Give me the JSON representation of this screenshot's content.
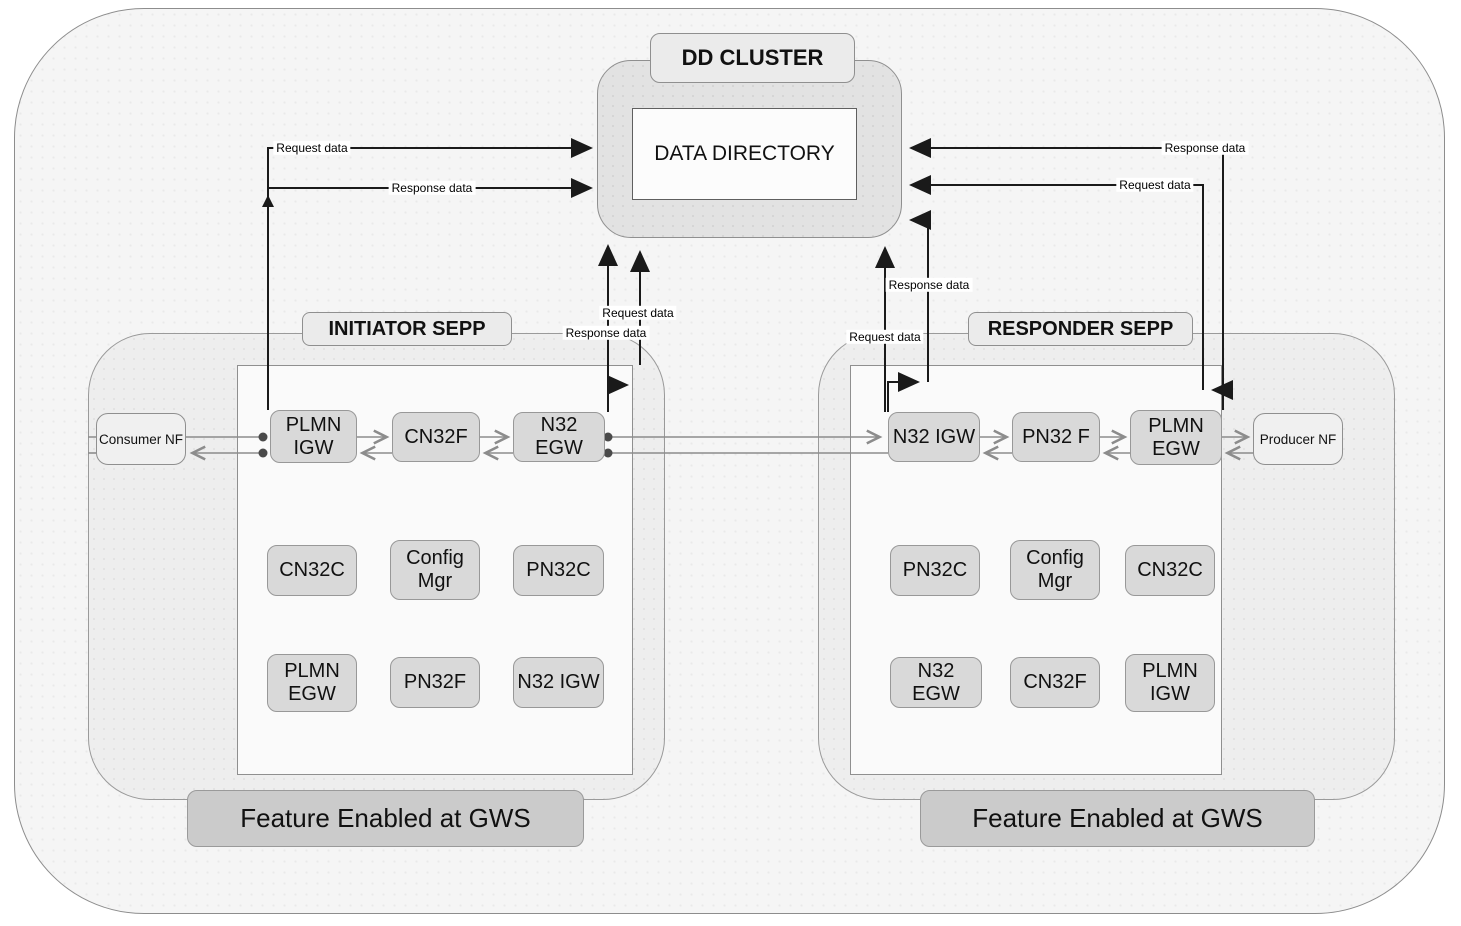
{
  "dd": {
    "cluster_label": "DD CLUSTER",
    "directory_label": "DATA DIRECTORY"
  },
  "edge_labels": {
    "request": "Request data",
    "response": "Response data"
  },
  "initiator": {
    "title": "INITIATOR SEPP",
    "external_nf": "Consumer NF",
    "feature": "Feature Enabled at GWS",
    "boxes": {
      "row1": [
        "PLMN\nIGW",
        "CN32F",
        "N32 EGW"
      ],
      "row2": [
        "CN32C",
        "Config\nMgr",
        "PN32C"
      ],
      "row3": [
        "PLMN\nEGW",
        "PN32F",
        "N32 IGW"
      ]
    }
  },
  "responder": {
    "title": "RESPONDER SEPP",
    "external_nf": "Producer NF",
    "feature": "Feature Enabled at GWS",
    "boxes": {
      "row1": [
        "N32 IGW",
        "PN32 F",
        "PLMN\nEGW"
      ],
      "row2": [
        "PN32C",
        "Config\nMgr",
        "CN32C"
      ],
      "row3": [
        "N32 EGW",
        "CN32F",
        "PLMN\nIGW"
      ]
    }
  },
  "colors": {
    "dark_line": "#1a1a1a",
    "gray_line": "#8c8c8c",
    "component_fill": "#d9d9d9",
    "container_fill": "#eeeeee",
    "frame_fill": "#f5f5f5"
  }
}
